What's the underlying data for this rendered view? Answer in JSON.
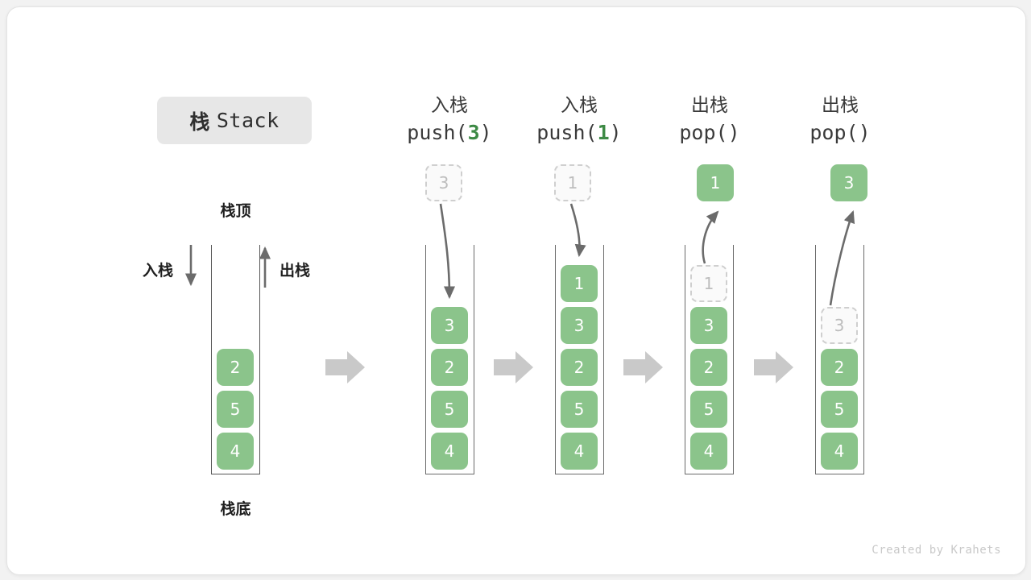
{
  "title": {
    "cn": "栈",
    "en": "Stack"
  },
  "left_stack": {
    "top_label": "栈顶",
    "bottom_label": "栈底",
    "push_label": "入栈",
    "pop_label": "出栈",
    "cells": [
      "2",
      "5",
      "4"
    ]
  },
  "steps": [
    {
      "id": "push-3",
      "op_cn": "入栈",
      "code_prefix": "push(",
      "code_value": "3",
      "code_suffix": ")",
      "floating": {
        "value": "3",
        "style": "ghost"
      },
      "cells": [
        {
          "value": "3",
          "style": "solid"
        },
        {
          "value": "2",
          "style": "solid"
        },
        {
          "value": "5",
          "style": "solid"
        },
        {
          "value": "4",
          "style": "solid"
        }
      ]
    },
    {
      "id": "push-1",
      "op_cn": "入栈",
      "code_prefix": "push(",
      "code_value": "1",
      "code_suffix": ")",
      "floating": {
        "value": "1",
        "style": "ghost"
      },
      "cells": [
        {
          "value": "1",
          "style": "solid"
        },
        {
          "value": "3",
          "style": "solid"
        },
        {
          "value": "2",
          "style": "solid"
        },
        {
          "value": "5",
          "style": "solid"
        },
        {
          "value": "4",
          "style": "solid"
        }
      ]
    },
    {
      "id": "pop-1",
      "op_cn": "出栈",
      "code_prefix": "pop(",
      "code_value": "",
      "code_suffix": ")",
      "floating": {
        "value": "1",
        "style": "solid"
      },
      "cells": [
        {
          "value": "1",
          "style": "ghost"
        },
        {
          "value": "3",
          "style": "solid"
        },
        {
          "value": "2",
          "style": "solid"
        },
        {
          "value": "5",
          "style": "solid"
        },
        {
          "value": "4",
          "style": "solid"
        }
      ]
    },
    {
      "id": "pop-3",
      "op_cn": "出栈",
      "code_prefix": "pop(",
      "code_value": "",
      "code_suffix": ")",
      "floating": {
        "value": "3",
        "style": "solid"
      },
      "cells": [
        {
          "value": "3",
          "style": "ghost"
        },
        {
          "value": "2",
          "style": "solid"
        },
        {
          "value": "5",
          "style": "solid"
        },
        {
          "value": "4",
          "style": "solid"
        }
      ]
    }
  ],
  "credit": "Created by Krahets",
  "colors": {
    "cell_green": "#8bc48b",
    "code_green": "#3d8a45",
    "flow_arrow": "#c9c9c9",
    "pointer_arrow": "#6b6b6b",
    "ghost_border": "#cfcfcf",
    "chip_bg": "#e7e7e7"
  }
}
